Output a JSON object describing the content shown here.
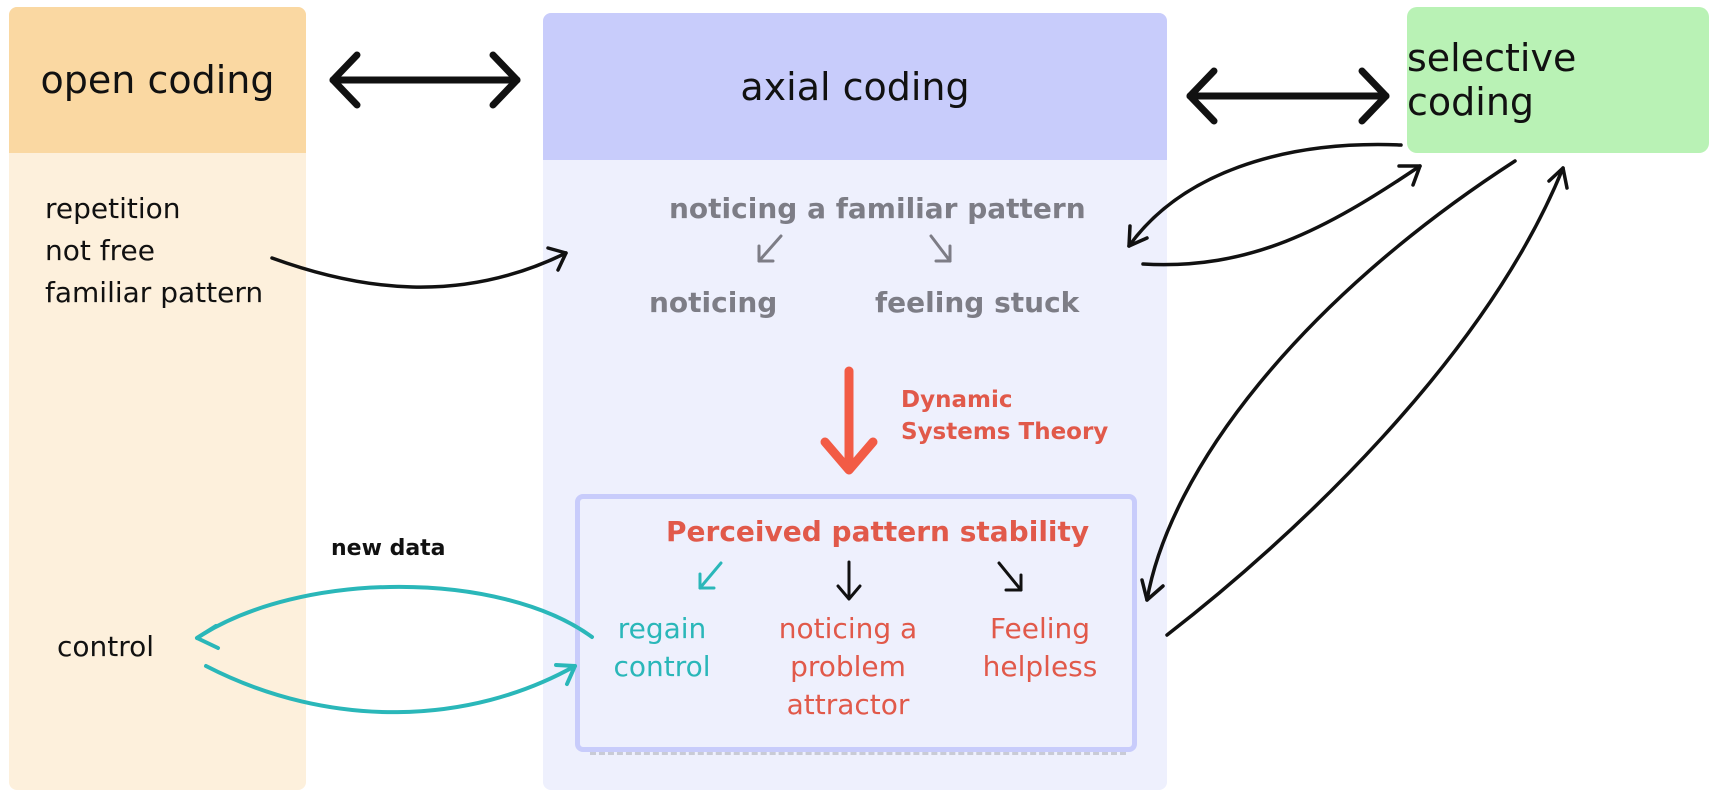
{
  "open_coding": {
    "title": "open coding",
    "items": [
      "repetition",
      "not free",
      "familiar pattern"
    ],
    "control_label": "control"
  },
  "axial_coding": {
    "title": "axial coding",
    "familiar_pattern": "noticing a familiar pattern",
    "noticing": "noticing",
    "feeling_stuck": "feeling stuck",
    "theory_label_line1": "Dynamic",
    "theory_label_line2": "Systems Theory",
    "stability_title": "Perceived pattern stability",
    "regain_line1": "regain",
    "regain_line2": "control",
    "problem_line1": "noticing a",
    "problem_line2": "problem",
    "problem_line3": "attractor",
    "helpless_line1": "Feeling",
    "helpless_line2": "helpless"
  },
  "selective_coding": {
    "title": "selective coding"
  },
  "new_data_label": "new data",
  "colors": {
    "open_header": "#fad8a2",
    "open_body": "#fdf0dc",
    "axial_header": "#c8ccfb",
    "axial_body": "#eef0fd",
    "selective_header": "#b9f2b5",
    "red": "#e1594a",
    "teal": "#2ab7b9",
    "grey_text": "#7d7d86"
  }
}
